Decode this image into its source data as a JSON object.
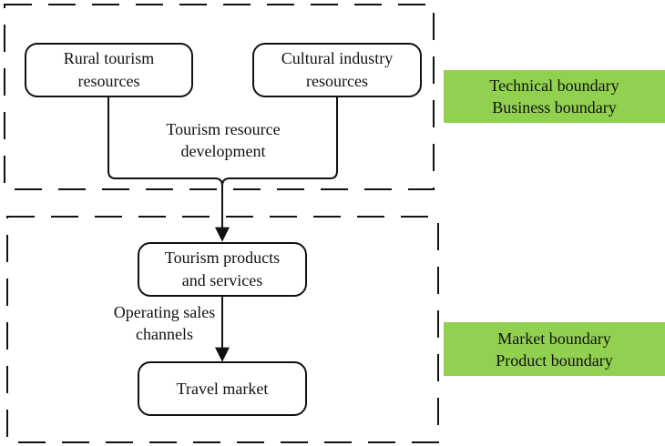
{
  "nodes": {
    "rural": {
      "line1": "Rural tourism",
      "line2": "resources"
    },
    "cultural": {
      "line1": "Cultural industry",
      "line2": "resources"
    },
    "products": {
      "line1": "Tourism products",
      "line2": "and services"
    },
    "market": {
      "line1": "Travel market"
    }
  },
  "edge_labels": {
    "development": {
      "line1": "Tourism resource",
      "line2": "development"
    },
    "channels": {
      "line1": "Operating sales",
      "line2": "channels"
    }
  },
  "boundaries": {
    "top": {
      "line1": "Technical boundary",
      "line2": "Business boundary",
      "color": "#92D050"
    },
    "bottom": {
      "line1": "Market boundary",
      "line2": "Product boundary",
      "color": "#92D050"
    }
  }
}
